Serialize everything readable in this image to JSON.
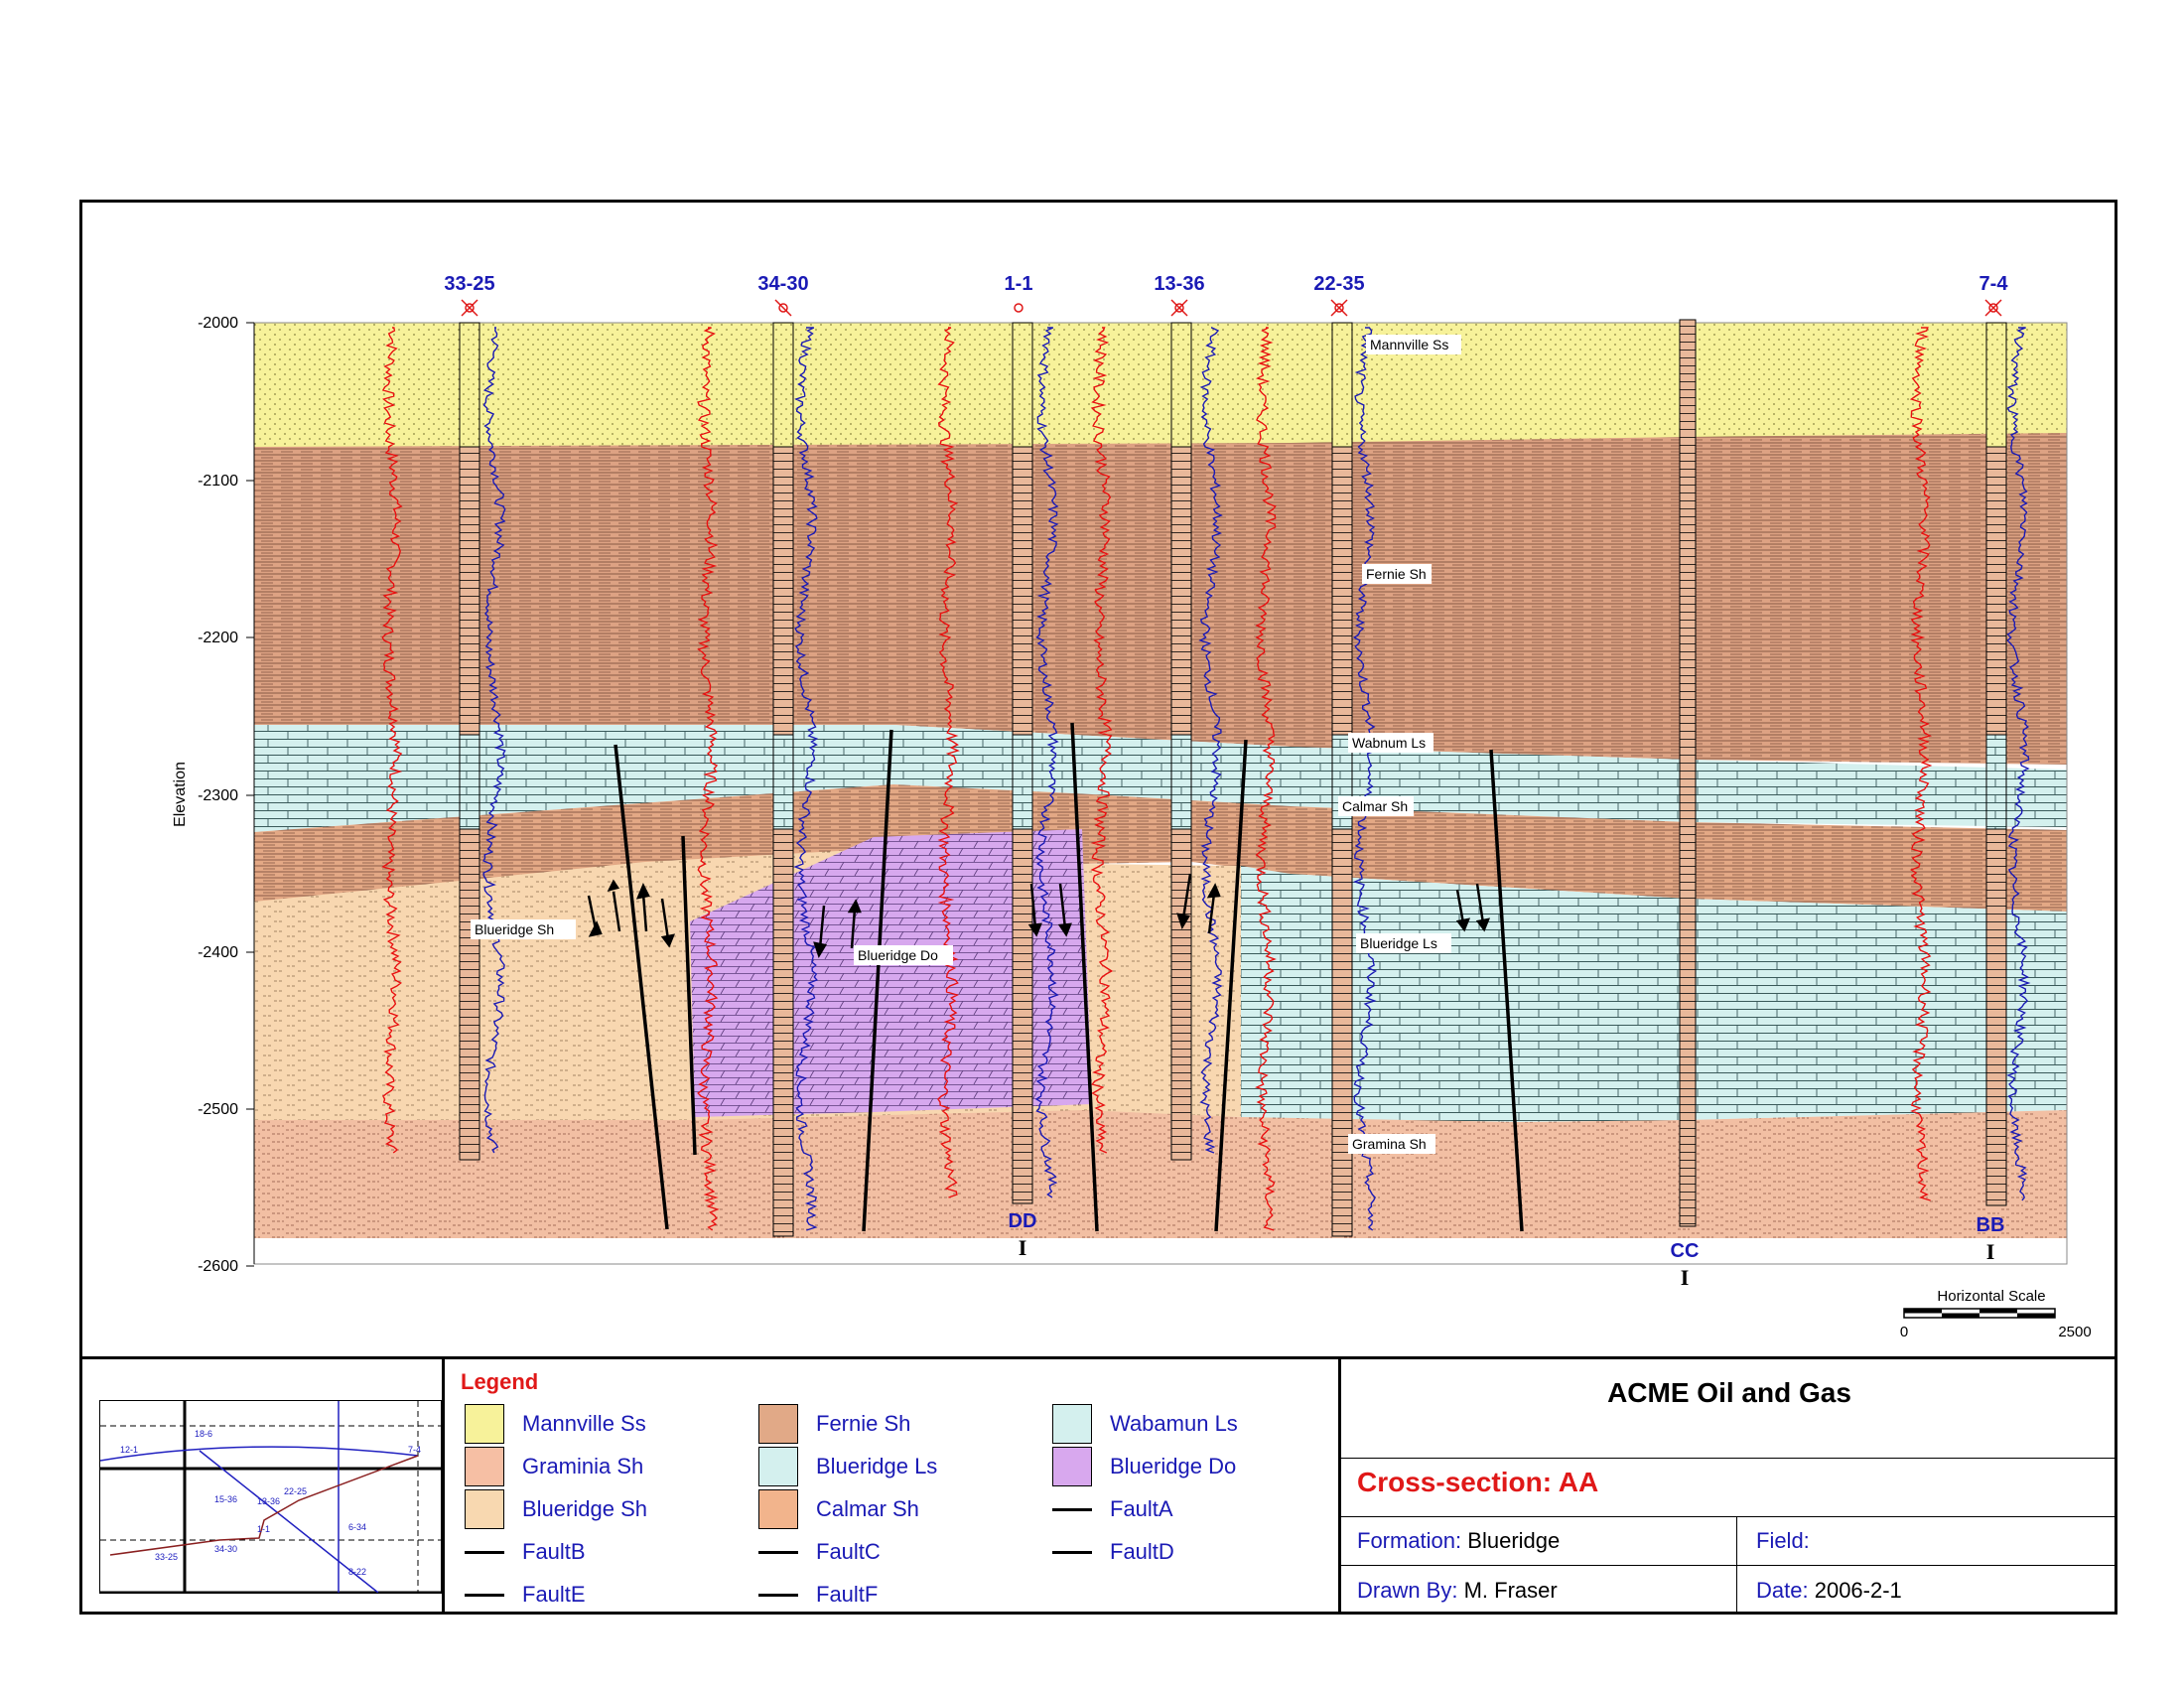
{
  "cross_section": {
    "y_axis": {
      "label": "Elevation",
      "ticks": [
        "-2000",
        "-2100",
        "-2200",
        "-2300",
        "-2400",
        "-2500",
        "-2600"
      ]
    },
    "wells": [
      {
        "name": "33-25",
        "symbol": "dry-hole"
      },
      {
        "name": "34-30",
        "symbol": "abandoned"
      },
      {
        "name": "1-1",
        "symbol": "location"
      },
      {
        "name": "13-36",
        "symbol": "dry-hole"
      },
      {
        "name": "22-35",
        "symbol": "dry-hole"
      },
      {
        "name": "7-4",
        "symbol": "dry-hole"
      }
    ],
    "formation_labels": [
      "Mannville Ss",
      "Fernie Sh",
      "Wabnum Ls",
      "Calmar Sh",
      "Blueridge Sh",
      "Blueridge Do",
      "Blueridge Ls",
      "Gramina Sh"
    ],
    "intersections": [
      "DD",
      "CC",
      "BB"
    ],
    "scale": {
      "title": "Horizontal Scale",
      "min": "0",
      "max": "2500"
    }
  },
  "legend": {
    "title": "Legend",
    "items": [
      {
        "label": "Mannville Ss",
        "kind": "swatch",
        "color": "#f7f29a"
      },
      {
        "label": "Fernie Sh",
        "kind": "swatch",
        "color": "#e1a987"
      },
      {
        "label": "Wabamun Ls",
        "kind": "swatch",
        "color": "#d4f0ee"
      },
      {
        "label": "Graminia Sh",
        "kind": "swatch",
        "color": "#f6bfa4"
      },
      {
        "label": "Blueridge Ls",
        "kind": "swatch",
        "color": "#d4f0ee"
      },
      {
        "label": "Blueridge Do",
        "kind": "swatch",
        "color": "#d8a8ee"
      },
      {
        "label": "Blueridge Sh",
        "kind": "swatch",
        "color": "#f8d8b0"
      },
      {
        "label": "Calmar Sh",
        "kind": "swatch",
        "color": "#f2b48c"
      },
      {
        "label": "FaultA",
        "kind": "line"
      },
      {
        "label": "FaultB",
        "kind": "line"
      },
      {
        "label": "FaultC",
        "kind": "line"
      },
      {
        "label": "FaultD",
        "kind": "line"
      },
      {
        "label": "FaultE",
        "kind": "line"
      },
      {
        "label": "FaultF",
        "kind": "line"
      }
    ]
  },
  "title_block": {
    "company": "ACME Oil and Gas",
    "section_title": "Cross-section: AA",
    "formation_key": "Formation:",
    "formation_value": "Blueridge",
    "field_key": "Field:",
    "field_value": "",
    "drawn_key": "Drawn By:",
    "drawn_value": "M. Fraser",
    "date_key": "Date:",
    "date_value": "2006-2-1"
  },
  "minimap": {
    "labels": [
      "12-1",
      "18-6",
      "15-36",
      "13-36",
      "22-25",
      "1-1",
      "33-25",
      "34-30",
      "6-34",
      "8-22",
      "7-4"
    ]
  }
}
